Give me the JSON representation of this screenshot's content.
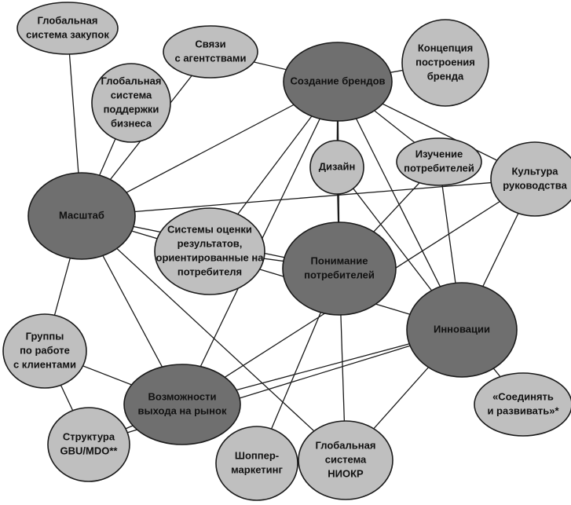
{
  "colors": {
    "primary": "#6f6f6f",
    "secondary": "#bfbfbf",
    "outline": "#1a1a1a",
    "text": "#111111",
    "background": "#ffffff"
  },
  "nodes": [
    {
      "id": "global-purchasing",
      "kind": "secondary",
      "lines": [
        "Глобальная",
        "система закупок"
      ]
    },
    {
      "id": "agency-relations",
      "kind": "secondary",
      "lines": [
        "Связи",
        "с агентствами"
      ]
    },
    {
      "id": "brand-creation",
      "kind": "primary",
      "lines": [
        "Создание брендов"
      ]
    },
    {
      "id": "brand-concept",
      "kind": "secondary",
      "lines": [
        "Концепция",
        "построения",
        "бренда"
      ]
    },
    {
      "id": "global-business-support",
      "kind": "secondary",
      "lines": [
        "Глобальная",
        "система",
        "поддержки",
        "бизнеса"
      ]
    },
    {
      "id": "design",
      "kind": "secondary",
      "lines": [
        "Дизайн"
      ]
    },
    {
      "id": "consumer-research",
      "kind": "secondary",
      "lines": [
        "Изучение",
        "потребителей"
      ]
    },
    {
      "id": "leadership-culture",
      "kind": "secondary",
      "lines": [
        "Культура",
        "руководства"
      ]
    },
    {
      "id": "scale",
      "kind": "primary",
      "lines": [
        "Масштаб"
      ]
    },
    {
      "id": "evaluation-systems",
      "kind": "secondary",
      "lines": [
        "Системы оценки",
        "результатов,",
        "ориентированные на",
        "потребителя"
      ]
    },
    {
      "id": "consumer-understanding",
      "kind": "primary",
      "lines": [
        "Понимание",
        "потребителей"
      ]
    },
    {
      "id": "innovation",
      "kind": "primary",
      "lines": [
        "Инновации"
      ]
    },
    {
      "id": "client-teams",
      "kind": "secondary",
      "lines": [
        "Группы",
        "по работе",
        "с клиентами"
      ]
    },
    {
      "id": "market-access",
      "kind": "primary",
      "lines": [
        "Возможности",
        "выхода на рынок"
      ]
    },
    {
      "id": "connect-develop",
      "kind": "secondary",
      "lines": [
        "«Соединять",
        "и развивать»*"
      ]
    },
    {
      "id": "gbu-mdo",
      "kind": "secondary",
      "lines": [
        "Структура",
        "GBU/MDO**"
      ]
    },
    {
      "id": "shopper-marketing",
      "kind": "secondary",
      "lines": [
        "Шоппер-",
        "маркетинг"
      ]
    },
    {
      "id": "global-rnd",
      "kind": "secondary",
      "lines": [
        "Глобальная",
        "система",
        "НИОКР"
      ]
    }
  ],
  "edges": [
    [
      "global-purchasing",
      "scale"
    ],
    [
      "global-business-support",
      "scale"
    ],
    [
      "agency-relations",
      "scale"
    ],
    [
      "agency-relations",
      "brand-creation"
    ],
    [
      "brand-creation",
      "brand-concept"
    ],
    [
      "brand-creation",
      "scale"
    ],
    [
      "brand-creation",
      "design"
    ],
    [
      "brand-creation",
      "consumer-research"
    ],
    [
      "brand-creation",
      "leadership-culture"
    ],
    [
      "brand-creation",
      "innovation"
    ],
    [
      "brand-creation",
      "market-access"
    ],
    [
      "brand-creation",
      "evaluation-systems"
    ],
    [
      "brand-creation",
      "consumer-understanding"
    ],
    [
      "design",
      "consumer-understanding"
    ],
    [
      "design",
      "innovation"
    ],
    [
      "consumer-research",
      "consumer-understanding"
    ],
    [
      "consumer-research",
      "innovation"
    ],
    [
      "leadership-culture",
      "scale"
    ],
    [
      "leadership-culture",
      "innovation"
    ],
    [
      "leadership-culture",
      "market-access"
    ],
    [
      "scale",
      "consumer-understanding"
    ],
    [
      "scale",
      "innovation"
    ],
    [
      "scale",
      "client-teams"
    ],
    [
      "scale",
      "market-access"
    ],
    [
      "scale",
      "global-rnd"
    ],
    [
      "evaluation-systems",
      "consumer-understanding"
    ],
    [
      "consumer-understanding",
      "shopper-marketing"
    ],
    [
      "consumer-understanding",
      "global-rnd"
    ],
    [
      "innovation",
      "connect-develop"
    ],
    [
      "innovation",
      "global-rnd"
    ],
    [
      "innovation",
      "market-access"
    ],
    [
      "innovation",
      "gbu-mdo"
    ],
    [
      "client-teams",
      "market-access"
    ],
    [
      "client-teams",
      "gbu-mdo"
    ],
    [
      "market-access",
      "gbu-mdo"
    ]
  ]
}
